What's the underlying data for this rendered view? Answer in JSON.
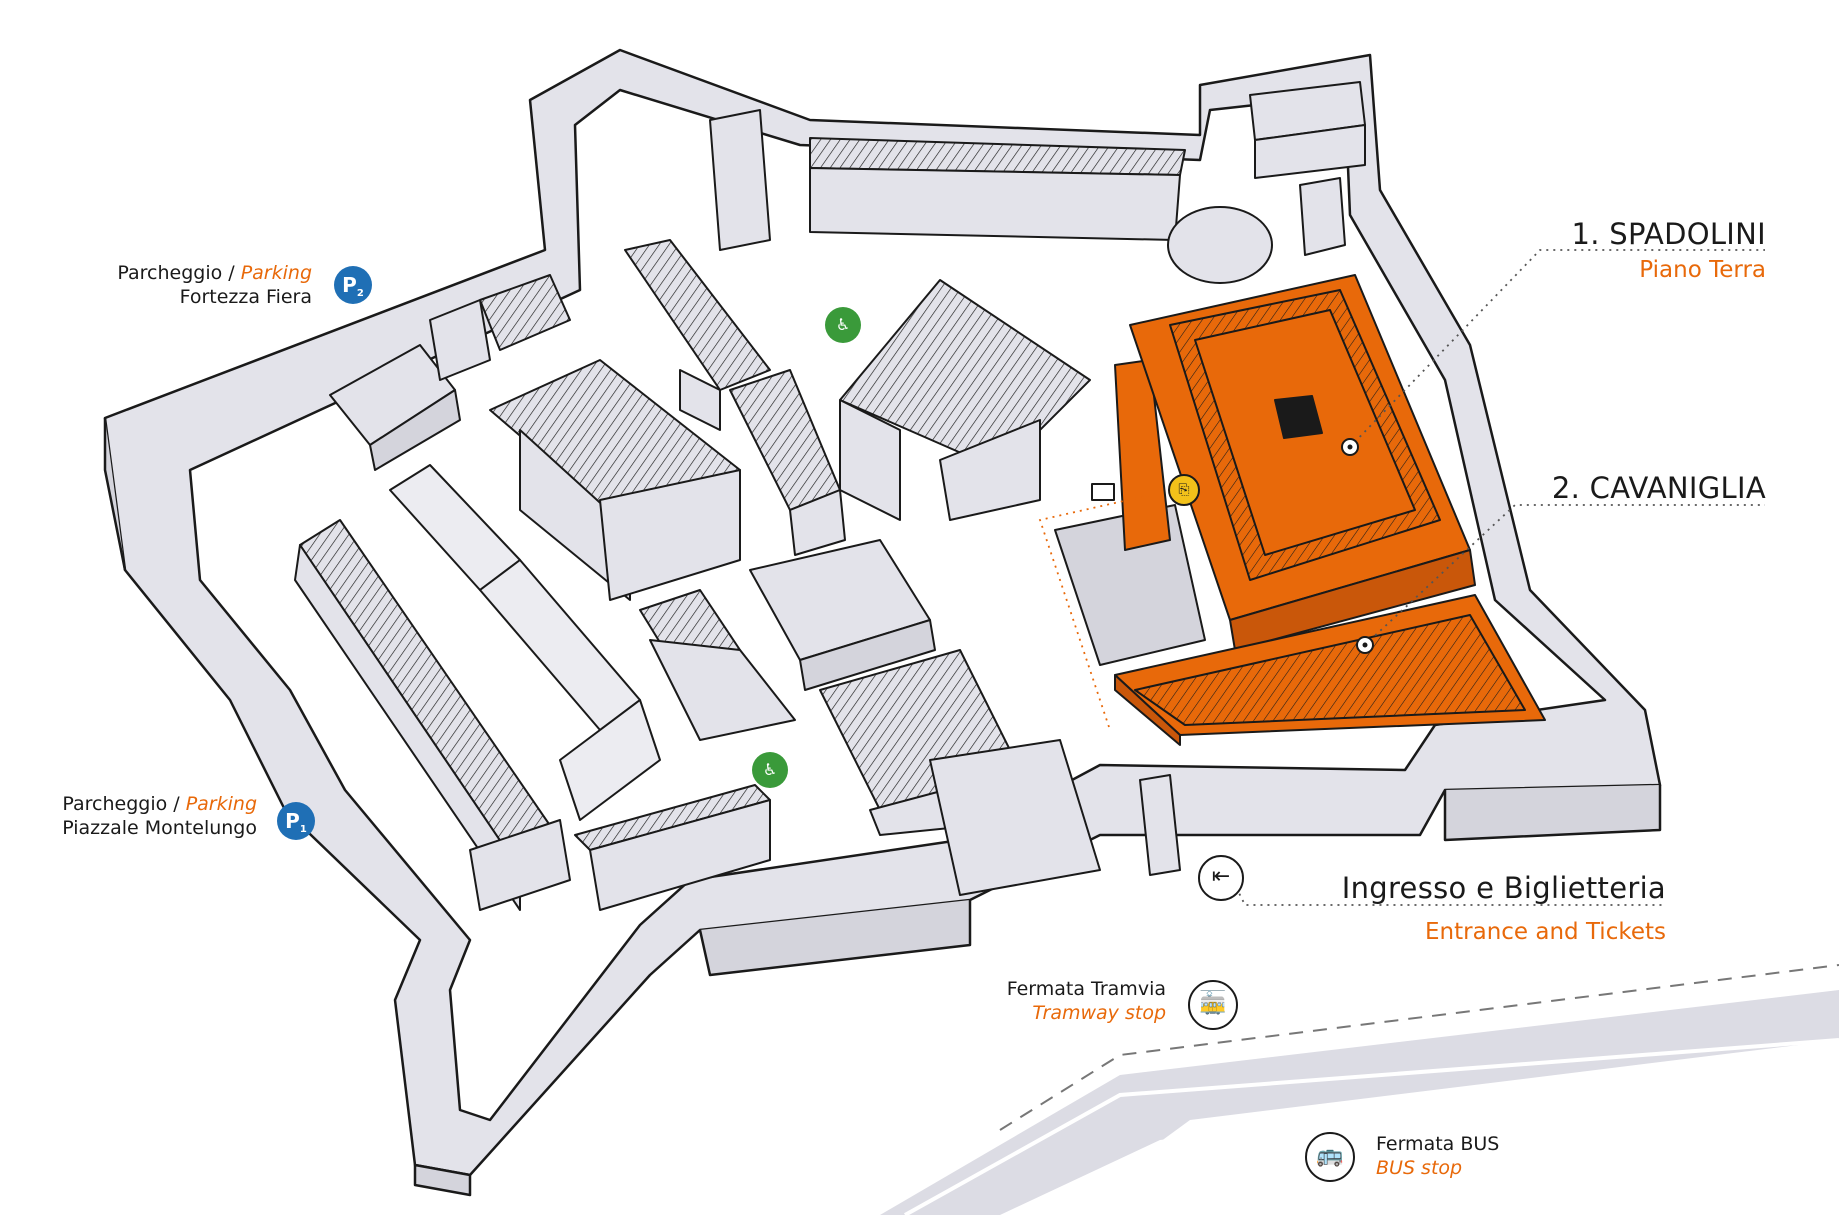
{
  "colors": {
    "orange": "#e8690a",
    "wall": "#e3e3ea",
    "outline": "#1a1a1a",
    "parking_blue": "#1f6fb5",
    "accessible_green": "#3a9a3a",
    "ticket_yellow": "#f2c11a",
    "road": "#dcdce4"
  },
  "labels": {
    "parking2": {
      "line1_a": "Parcheggio / ",
      "line1_b": "Parking",
      "line2": "Fortezza Fiera",
      "badge": "P",
      "badge_sub": "2"
    },
    "parking1": {
      "line1_a": "Parcheggio / ",
      "line1_b": "Parking",
      "line2": "Piazzale Montelungo",
      "badge": "P",
      "badge_sub": "1"
    },
    "spadolini": {
      "title": "1. SPADOLINI",
      "subtitle": "Piano Terra"
    },
    "cavaniglia": {
      "title": "2. CAVANIGLIA"
    },
    "entrance": {
      "title": "Ingresso e Biglietteria",
      "subtitle": "Entrance and Tickets"
    },
    "tram": {
      "line1": "Fermata Tramvia",
      "line2": "Tramway stop"
    },
    "bus": {
      "line1": "Fermata BUS",
      "line2": "BUS stop"
    }
  },
  "icons": {
    "parking": "parking-icon",
    "accessible_parking": "wheelchair-parking-icon",
    "ticket": "ticket-icon",
    "entrance": "entrance-icon",
    "tram": "tram-icon",
    "bus": "bus-icon",
    "location_dot": "location-dot-icon"
  }
}
